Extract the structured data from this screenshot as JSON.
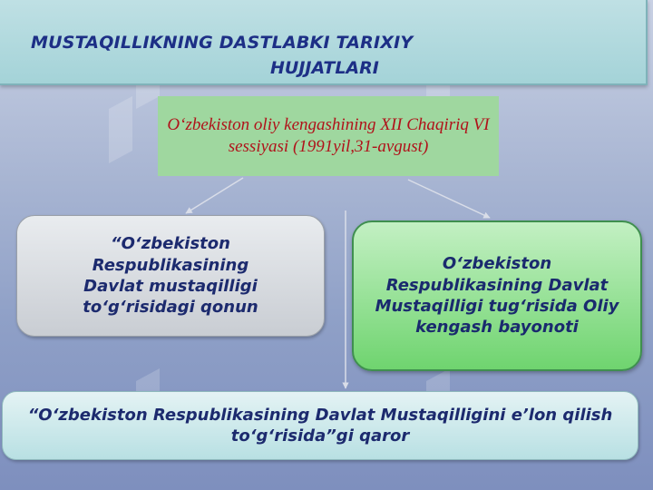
{
  "title": {
    "line1": "MUSTAQILLIKNING DASTLABKI TARIXIY",
    "line2": "HUJJATLARI"
  },
  "center": {
    "text": "O‘zbekiston oliy kengashining XII Chaqiriq VI sessiyasi (1991yil,31-avgust)"
  },
  "left_box": {
    "text": "“O‘zbekiston Respublikasining Davlat mustaqilligi to‘g‘risidagi qonun"
  },
  "right_box": {
    "text": "O‘zbekiston Respublikasining Davlat Mustaqilligi tug‘risida Oliy kengash bayonoti"
  },
  "bottom_box": {
    "text": "“O‘zbekiston Respublikasining Davlat  Mustaqilligini e’lon qilish to‘g‘risida”gi qaror"
  },
  "colors": {
    "title_text": "#1d2f86",
    "center_text": "#b0121a",
    "center_bg": "#9fd79f",
    "box_text": "#1c2a6e",
    "right_box_bg": "#6fd46f"
  }
}
